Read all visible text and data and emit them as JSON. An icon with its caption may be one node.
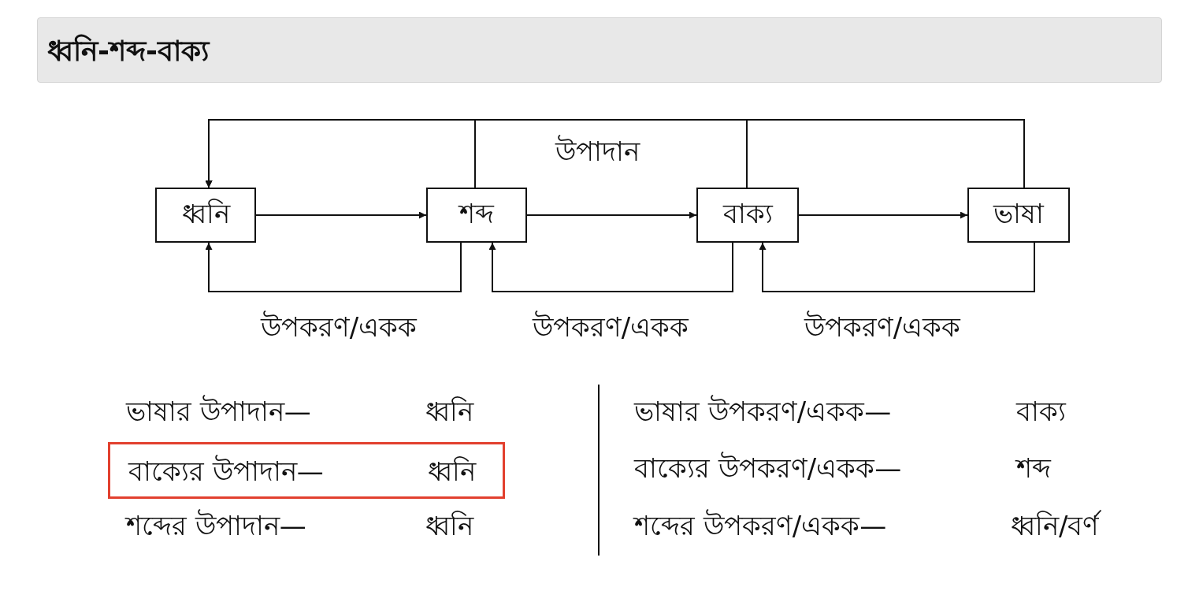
{
  "diagram": {
    "title": "ধ্বনি-শব্দ-বাক্য",
    "nodes": [
      {
        "text": [
          "ধ্বনি"
        ]
      },
      {
        "text": [
          "শব্দ"
        ]
      },
      {
        "text": [
          "বাক্য"
        ]
      },
      {
        "text": [
          "ভাষা"
        ]
      },
      {
        "text": [
          "বাক্যের উপাদান—",
          "ধ্বনি"
        ]
      }
    ],
    "edges": [
      {
        "from": 0,
        "to": 1,
        "arrow": "to"
      },
      {
        "from": 1,
        "to": 2,
        "arrow": "to"
      },
      {
        "from": 2,
        "to": 3,
        "arrow": "to"
      },
      {
        "from": 3,
        "to": 0,
        "arrow": "to"
      },
      {
        "from": 1,
        "to": 0,
        "arrow": "to"
      },
      {
        "from": 2,
        "to": 0,
        "arrow": "to"
      },
      {
        "from": 1,
        "to": 0,
        "arrow": "to",
        "label": "উপকরণ/একক"
      },
      {
        "from": 2,
        "to": 1,
        "arrow": "to",
        "label": "উপকরণ/একক"
      },
      {
        "from": 3,
        "to": 2,
        "arrow": "to",
        "label": "উপকরণ/একক"
      }
    ],
    "labels": [
      "উপাদান",
      "ভাষার উপাদান—",
      "ধ্বনি",
      "ভাষার উপকরণ/একক—",
      "বাক্য",
      "বাক্যের উপকরণ/একক—",
      "শব্দ",
      "শব্দের উপাদান—",
      "ধ্বনি",
      "শব্দের উপকরণ/একক—",
      "ধ্বনি/বর্ণ"
    ]
  }
}
